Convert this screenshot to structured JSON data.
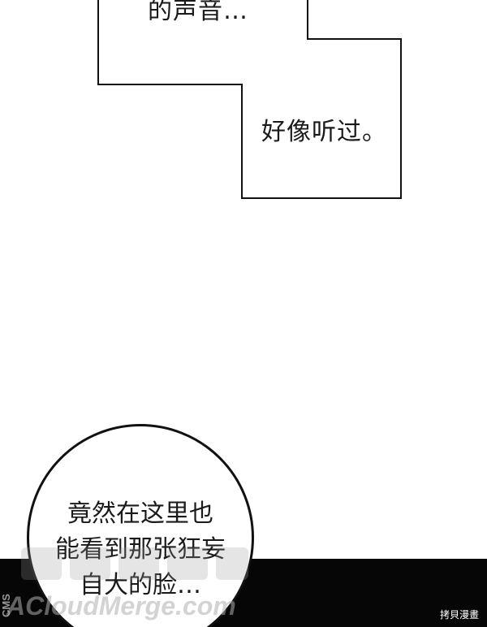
{
  "speech_box": {
    "line1": "的声音…",
    "line2": "好像听过。"
  },
  "round_bubble": {
    "lines": [
      "竟然在这里也",
      "能看到那张狂妄",
      "自大的脸…"
    ]
  },
  "watermarks": {
    "side_logo": "CMS",
    "bottom_text": "ACloudMerge.com"
  },
  "corner_label": "拷貝漫畫"
}
